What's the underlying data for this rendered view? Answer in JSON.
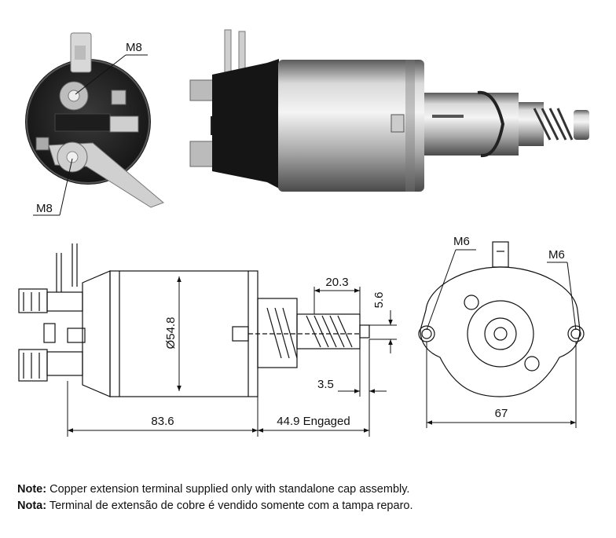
{
  "labels": {
    "m8_top": "M8",
    "m8_bottom": "M8",
    "m6_left": "M6",
    "m6_right": "M6",
    "dim_diameter": "Ø54.8",
    "dim_length": "83.6",
    "dim_engaged": "44.9 Engaged",
    "dim_spring_len": "20.3",
    "dim_spring_h": "5.6",
    "dim_gap": "3.5",
    "dim_width": "67"
  },
  "notes": {
    "en_label": "Note:",
    "en_text": " Copper extension terminal supplied only with standalone cap assembly.",
    "pt_label": "Nota:",
    "pt_text": " Terminal de extensão de cobre é vendido somente com a tampa reparo."
  }
}
